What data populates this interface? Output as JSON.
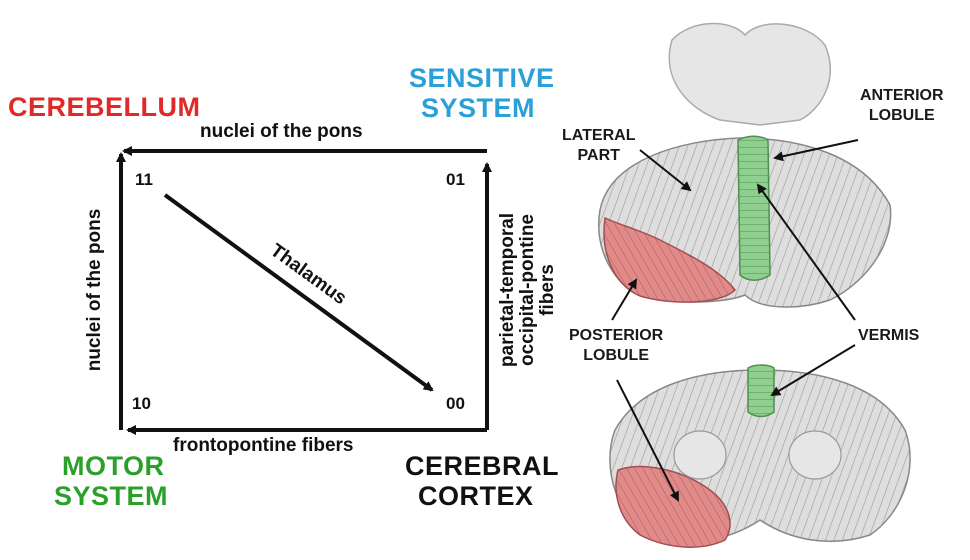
{
  "corners": {
    "cerebellum": "CEREBELLUM",
    "sensitive_line1": "SENSITIVE",
    "sensitive_line2": "SYSTEM",
    "motor_line1": "MOTOR",
    "motor_line2": "SYSTEM",
    "cortex_line1": "CEREBRAL",
    "cortex_line2": "CORTEX"
  },
  "codes": {
    "top_left": "11",
    "top_right": "01",
    "bottom_left": "10",
    "bottom_right": "00"
  },
  "edges": {
    "top": "nuclei of the pons",
    "left": "nuclei of the pons",
    "right_line1": "parietal-temporal",
    "right_line2": "occipital-pontine",
    "right_line3": "fibers",
    "bottom": "frontopontine fibers",
    "diagonal": "Thalamus"
  },
  "anatomy": {
    "lateral_line1": "LATERAL",
    "lateral_line2": "PART",
    "anterior_line1": "ANTERIOR",
    "anterior_line2": "LOBULE",
    "posterior_line1": "POSTERIOR",
    "posterior_line2": "LOBULE",
    "vermis": "VERMIS"
  },
  "colors": {
    "cerebellum": "#e02a2a",
    "sensitive": "#2a9fd8",
    "motor": "#2aa02a",
    "cortex": "#111111",
    "vermis": "#8fcf8f",
    "posterior": "#e08a8a",
    "tissue": "#d9d9d9"
  }
}
